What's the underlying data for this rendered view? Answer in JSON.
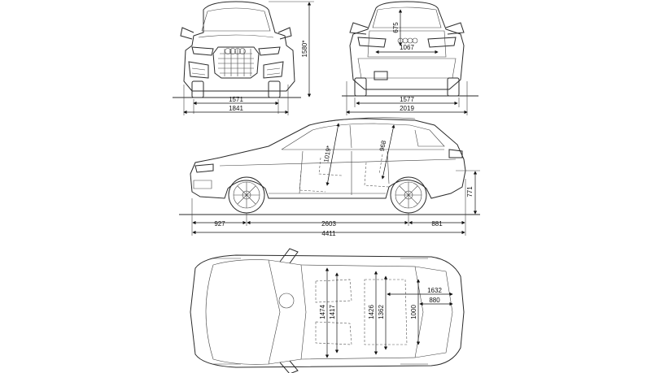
{
  "dimensions": {
    "front_track": "1571",
    "front_width": "1841",
    "height": "1580*",
    "rear_track": "1577",
    "rear_width": "2019",
    "rear_opening_height": "675",
    "rear_opening_width": "1067",
    "front_overhang": "927",
    "wheelbase": "2603",
    "rear_overhang": "881",
    "length": "4411",
    "ground_clearance": "771",
    "front_headroom": "1019*",
    "rear_headroom": "968",
    "front_shoulder_width": "1474",
    "front_elbow_width": "1417",
    "rear_shoulder_width": "1426",
    "rear_elbow_width": "1362",
    "cargo_length_seats_folded": "1632",
    "cargo_length": "880",
    "cargo_width": "1000"
  }
}
